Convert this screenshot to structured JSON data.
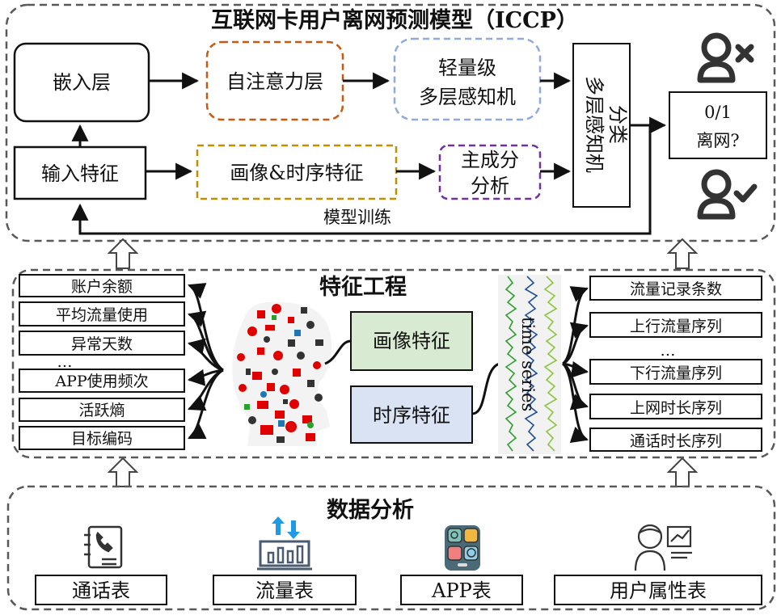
{
  "top_section": {
    "title": "互联网卡用户离网预测模型（ICCP）",
    "embed_layer": "嵌入层",
    "self_attention": "自注意力层",
    "mlp_line1": "轻量级",
    "mlp_line2": "多层感知机",
    "input_feature": "输入特征",
    "profile_time": "画像&时序特征",
    "pca_line1": "主成分",
    "pca_line2": "分析",
    "classifier_line1": "分类",
    "classifier_line2": "多层感知机",
    "output_line1": "0/1",
    "output_line2": "离网?",
    "train_label": "模型训练",
    "icons": [
      "user-remove-icon",
      "user-check-icon"
    ]
  },
  "middle_section": {
    "title": "特征工程",
    "left_features": [
      "账户余额",
      "平均流量使用",
      "异常天数",
      "APP使用频次",
      "活跃熵",
      "目标编码"
    ],
    "profile_feature": "画像特征",
    "time_feature": "时序特征",
    "time_series_label": "time series",
    "right_features": [
      "流量记录条数",
      "上行流量序列",
      "…",
      "下行流量序列",
      "上网时长序列",
      "通话时长序列"
    ],
    "colors": {
      "profile_box": "#d9ead3",
      "time_box": "#dae3f3",
      "accent_green": "#548235"
    }
  },
  "bottom_section": {
    "title": "数据分析",
    "tables": [
      "通话表",
      "流量表",
      "APP表",
      "用户属性表"
    ],
    "icons": [
      "phone-book-icon",
      "traffic-chart-icon",
      "app-grid-icon",
      "user-profile-icon"
    ]
  },
  "colors": {
    "self_attention_border": "#c55a11",
    "mlp_border": "#8faadc",
    "profile_time_border": "#bf9000",
    "pca_border": "#7030a0",
    "section_border": "#595959"
  }
}
